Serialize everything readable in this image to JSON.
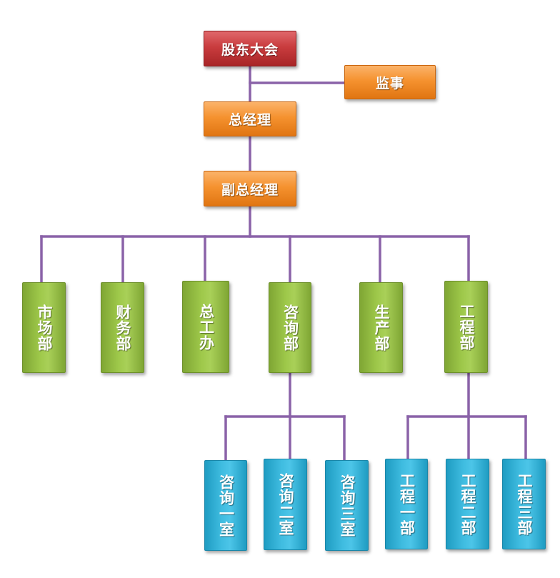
{
  "diagram": {
    "top": {
      "shareholders": "股东大会",
      "supervisor": "监事",
      "general_manager": "总经理",
      "deputy_general_manager": "副总经理"
    },
    "departments": {
      "market": "市场部",
      "finance": "财务部",
      "chief_engineer_office": "总工办",
      "consulting": "咨询部",
      "production": "生产部",
      "engineering": "工程部"
    },
    "consulting_rooms": {
      "room1": "咨询一室",
      "room2": "咨询二室",
      "room3": "咨询三室"
    },
    "engineering_units": {
      "unit1": "工程一部",
      "unit2": "工程二部",
      "unit3": "工程三部"
    },
    "colors": {
      "connector": "#8a62a8",
      "top_node": "#c93c3e",
      "management_node": "#f5922f",
      "department_node": "#9ec84a",
      "sub_unit_node": "#3fbce0"
    }
  }
}
